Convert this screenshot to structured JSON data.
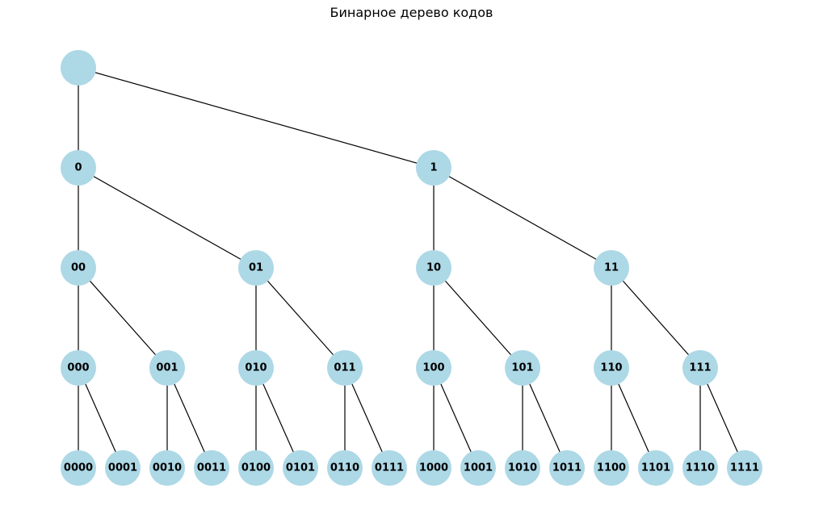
{
  "title": "Бинарное дерево кодов",
  "node_color": "#add8e6",
  "edge_color": "#000000",
  "nodes": [
    {
      "id": "root",
      "label": ""
    },
    {
      "id": "0",
      "label": "0"
    },
    {
      "id": "1",
      "label": "1"
    },
    {
      "id": "00",
      "label": "00"
    },
    {
      "id": "01",
      "label": "01"
    },
    {
      "id": "10",
      "label": "10"
    },
    {
      "id": "11",
      "label": "11"
    },
    {
      "id": "000",
      "label": "000"
    },
    {
      "id": "001",
      "label": "001"
    },
    {
      "id": "010",
      "label": "010"
    },
    {
      "id": "011",
      "label": "011"
    },
    {
      "id": "100",
      "label": "100"
    },
    {
      "id": "101",
      "label": "101"
    },
    {
      "id": "110",
      "label": "110"
    },
    {
      "id": "111",
      "label": "111"
    },
    {
      "id": "0000",
      "label": "0000"
    },
    {
      "id": "0001",
      "label": "0001"
    },
    {
      "id": "0010",
      "label": "0010"
    },
    {
      "id": "0011",
      "label": "0011"
    },
    {
      "id": "0100",
      "label": "0100"
    },
    {
      "id": "0101",
      "label": "0101"
    },
    {
      "id": "0110",
      "label": "0110"
    },
    {
      "id": "0111",
      "label": "0111"
    },
    {
      "id": "1000",
      "label": "1000"
    },
    {
      "id": "1001",
      "label": "1001"
    },
    {
      "id": "1010",
      "label": "1010"
    },
    {
      "id": "1011",
      "label": "1011"
    },
    {
      "id": "1100",
      "label": "1100"
    },
    {
      "id": "1101",
      "label": "1101"
    },
    {
      "id": "1110",
      "label": "1110"
    },
    {
      "id": "1111",
      "label": "1111"
    }
  ],
  "edges": [
    [
      "root",
      "0"
    ],
    [
      "root",
      "1"
    ],
    [
      "0",
      "00"
    ],
    [
      "0",
      "01"
    ],
    [
      "1",
      "10"
    ],
    [
      "1",
      "11"
    ],
    [
      "00",
      "000"
    ],
    [
      "00",
      "001"
    ],
    [
      "01",
      "010"
    ],
    [
      "01",
      "011"
    ],
    [
      "10",
      "100"
    ],
    [
      "10",
      "101"
    ],
    [
      "11",
      "110"
    ],
    [
      "11",
      "111"
    ],
    [
      "000",
      "0000"
    ],
    [
      "000",
      "0001"
    ],
    [
      "001",
      "0010"
    ],
    [
      "001",
      "0011"
    ],
    [
      "010",
      "0100"
    ],
    [
      "010",
      "0101"
    ],
    [
      "011",
      "0110"
    ],
    [
      "011",
      "0111"
    ],
    [
      "100",
      "1000"
    ],
    [
      "100",
      "1001"
    ],
    [
      "101",
      "1010"
    ],
    [
      "101",
      "1011"
    ],
    [
      "110",
      "1100"
    ],
    [
      "110",
      "1101"
    ],
    [
      "111",
      "1110"
    ],
    [
      "111",
      "1111"
    ]
  ]
}
